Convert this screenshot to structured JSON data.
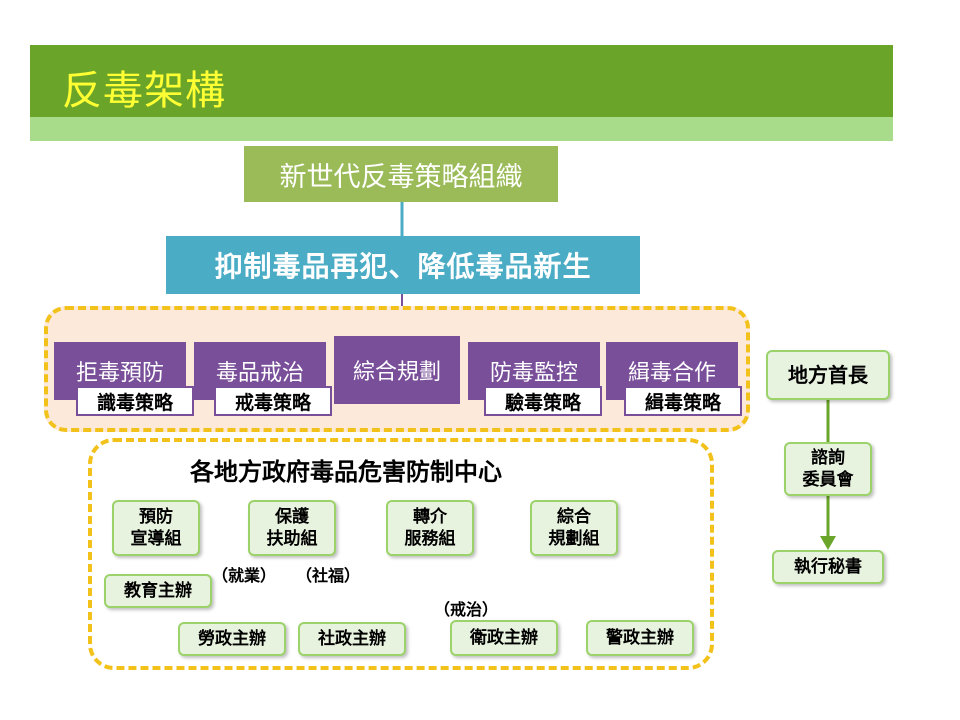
{
  "header": {
    "title": "反毒架構"
  },
  "top": {
    "organization": "新世代反毒策略組織",
    "goal": "抑制毒品再犯、降低毒品新生"
  },
  "divisions": [
    {
      "name": "拒毒預防",
      "strategy": "識毒策略"
    },
    {
      "name": "毒品戒治",
      "strategy": "戒毒策略"
    },
    {
      "name": "綜合規劃",
      "strategy": ""
    },
    {
      "name": "防毒監控",
      "strategy": "驗毒策略"
    },
    {
      "name": "緝毒合作",
      "strategy": "緝毒策略"
    }
  ],
  "center": {
    "title": "各地方政府毒品危害防制中心",
    "groups": {
      "prevention": "預防\n宣導組",
      "protection": "保護\n扶助組",
      "referral": "轉介\n服務組",
      "planning": "綜合\n規劃組"
    },
    "leads": {
      "education": "教育主辦",
      "labor": "勞政主辦",
      "social": "社政主辦",
      "health": "衛政主辦",
      "police": "警政主辦"
    },
    "notes": {
      "employment": "（就業）",
      "welfare": "（社福）",
      "rehab": "（戒治）"
    }
  },
  "local": {
    "head": "地方首長",
    "committee": "諮詢\n委員會",
    "secretary": "執行秘書"
  },
  "colors": {
    "title_bar": "#6aa52a",
    "title_strip": "#a9dc8a",
    "title_text": "#ffff33",
    "org_box": "#9bbb59",
    "goal_box": "#4bacc6",
    "division": "#7a4f9a",
    "dashed_border": "#f2c21b",
    "peach_bg": "#fde9d9",
    "group_bg": "#e8f3df",
    "group_border": "#9bd36a",
    "connector_green": "#6aa52a"
  }
}
